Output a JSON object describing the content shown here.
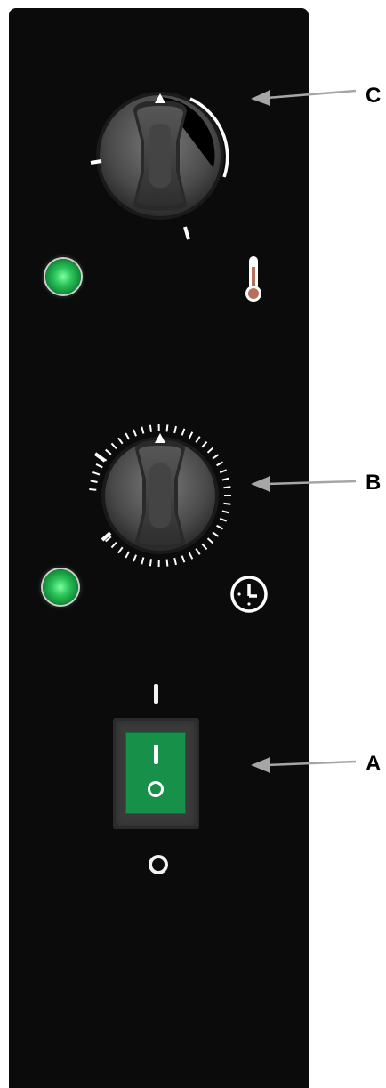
{
  "callouts": {
    "a": "A",
    "b": "B",
    "c": "C"
  },
  "icons": {
    "thermostat": "thermometer-icon",
    "timer": "clock-icon"
  },
  "switch": {
    "on_symbol": "I",
    "off_symbol": "O",
    "state": "on"
  },
  "colors": {
    "panel": "#0b0b0b",
    "led": "#2cc35a",
    "switch": "#17914a",
    "thermometer_bulb": "#b5715a",
    "leader": "#a6a6a6"
  }
}
